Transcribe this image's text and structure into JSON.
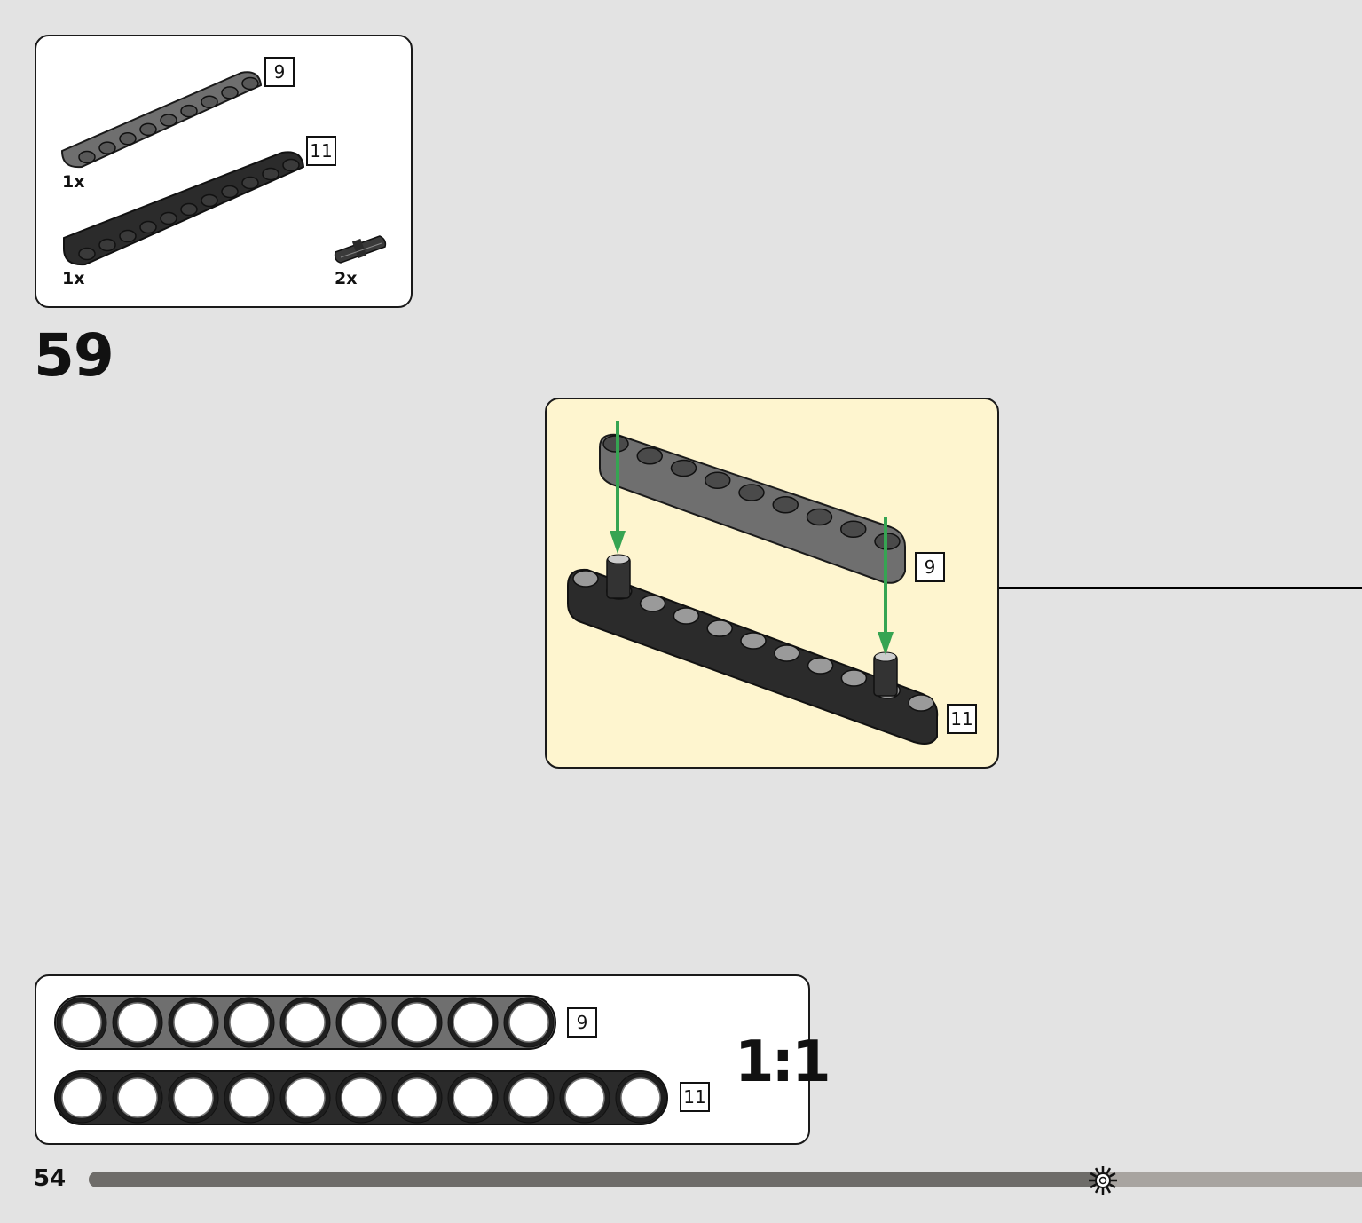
{
  "page_number": "54",
  "step_number": "59",
  "parts_list": [
    {
      "qty": "1x",
      "length_label": "9",
      "color": "#6f6f6f",
      "part": "beam"
    },
    {
      "qty": "1x",
      "length_label": "11",
      "color": "#2b2b2b",
      "part": "beam"
    },
    {
      "qty": "2x",
      "length_label": "",
      "color": "#3a3a3a",
      "part": "pin"
    }
  ],
  "step_view": {
    "upper_beam_label": "9",
    "lower_beam_label": "11",
    "arrow_color": "#36a452",
    "panel_color": "#fef5cf"
  },
  "scale_view": {
    "label": "1:1",
    "beams": [
      {
        "length_label": "9",
        "holes": 9,
        "color": "#6f6f6f"
      },
      {
        "length_label": "11",
        "holes": 11,
        "color": "#2b2b2b"
      }
    ]
  },
  "progress": {
    "fraction": 0.79,
    "icon": "sun-icon"
  }
}
